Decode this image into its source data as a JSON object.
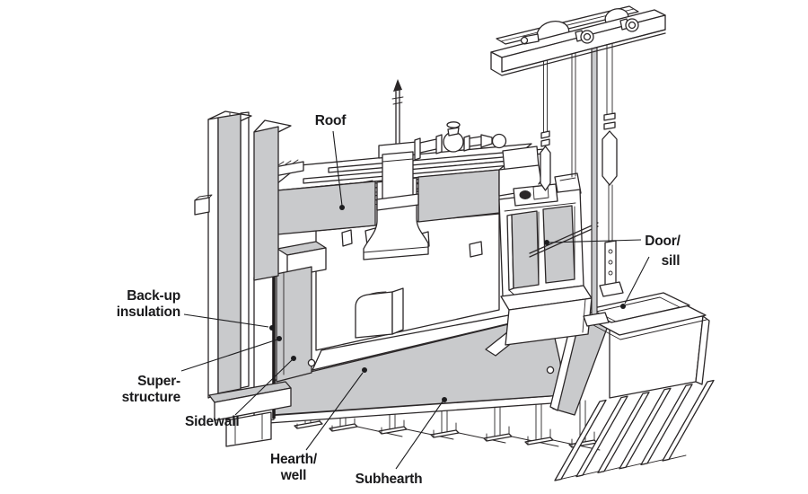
{
  "figure": {
    "type": "technical-cutaway-diagram",
    "subject": "Industrial furnace cutaway illustration with overhead door hoist",
    "background": "#ffffff"
  },
  "colors": {
    "refractory_gray": "#c9cacc",
    "outline": "#2b2728",
    "insulation_dark": "#1f1c1d",
    "label_text": "#1a1a1c"
  },
  "labels": {
    "roof": "Roof",
    "door_line1": "Door/",
    "door_line2": "sill",
    "backup_line1": "Back-up",
    "backup_line2": "insulation",
    "super_line1": "Super-",
    "super_line2": "structure",
    "sidewall": "Sidewall",
    "hearth_line1": "Hearth/",
    "hearth_line2": "well",
    "subhearth": "Subhearth"
  }
}
